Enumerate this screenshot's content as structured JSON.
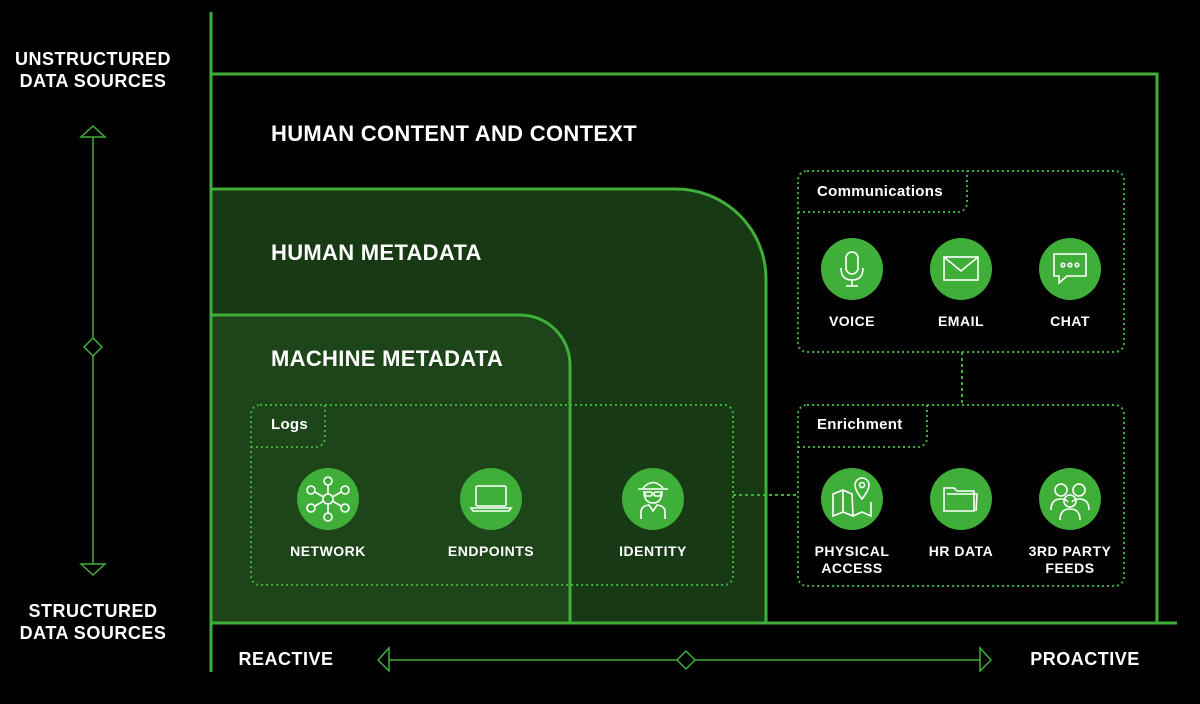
{
  "axes": {
    "top_label_line1": "UNSTRUCTURED",
    "top_label_line2": "DATA SOURCES",
    "bottom_label_line1": "STRUCTURED",
    "bottom_label_line2": "DATA SOURCES",
    "left_label": "REACTIVE",
    "right_label": "PROACTIVE"
  },
  "zones": {
    "human_content": "HUMAN CONTENT AND CONTEXT",
    "human_metadata": "HUMAN METADATA",
    "machine_metadata": "MACHINE METADATA"
  },
  "groups": {
    "logs": {
      "label": "Logs",
      "items": [
        "NETWORK",
        "ENDPOINTS",
        "IDENTITY"
      ]
    },
    "communications": {
      "label": "Communications",
      "items": [
        "VOICE",
        "EMAIL",
        "CHAT"
      ]
    },
    "enrichment": {
      "label": "Enrichment",
      "items": [
        {
          "line1": "PHYSICAL",
          "line2": "ACCESS"
        },
        {
          "line1": "HR DATA",
          "line2": ""
        },
        {
          "line1": "3RD PARTY",
          "line2": "FEEDS"
        }
      ]
    }
  },
  "colors": {
    "accent": "#3faf3a",
    "human_metadata_fill": "#173a14",
    "machine_metadata_fill": "#1d4519",
    "background": "#000000"
  }
}
